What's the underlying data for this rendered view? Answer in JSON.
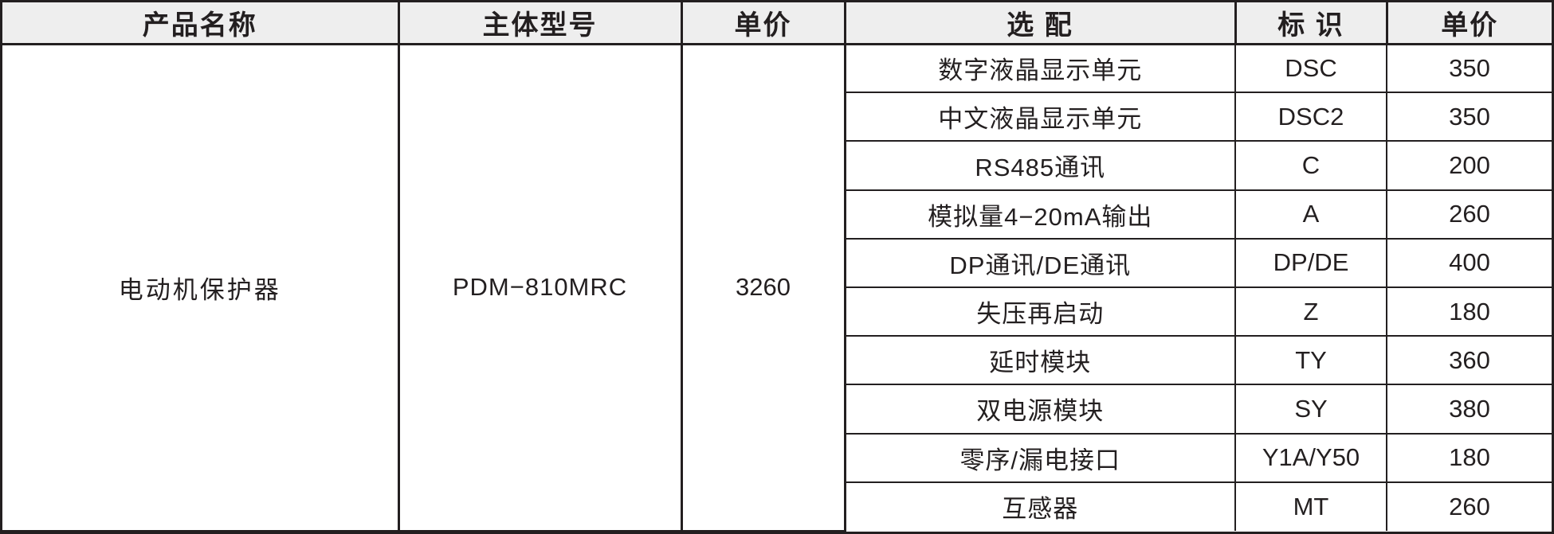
{
  "table": {
    "headers": {
      "product_name": "产品名称",
      "model": "主体型号",
      "unit_price": "单价",
      "option": "选  配",
      "code": "标  识",
      "option_price": "单价"
    },
    "product": {
      "name": "电动机保护器",
      "model": "PDM−810MRC",
      "unit_price": "3260"
    },
    "options": [
      {
        "name": "数字液晶显示单元",
        "code": "DSC",
        "price": "350"
      },
      {
        "name": "中文液晶显示单元",
        "code": "DSC2",
        "price": "350"
      },
      {
        "name": "RS485通讯",
        "code": "C",
        "price": "200"
      },
      {
        "name": "模拟量4−20mA输出",
        "code": "A",
        "price": "260"
      },
      {
        "name": "DP通讯/DE通讯",
        "code": "DP/DE",
        "price": "400"
      },
      {
        "name": "失压再启动",
        "code": "Z",
        "price": "180"
      },
      {
        "name": "延时模块",
        "code": "TY",
        "price": "360"
      },
      {
        "name": "双电源模块",
        "code": "SY",
        "price": "380"
      },
      {
        "name": "零序/漏电接口",
        "code": "Y1A/Y50",
        "price": "180"
      },
      {
        "name": "互感器",
        "code": "MT",
        "price": "260"
      }
    ]
  },
  "colors": {
    "border": "#231f20",
    "header_background": "#eeeeee",
    "text": "#231f20",
    "page_background": "#ffffff"
  }
}
